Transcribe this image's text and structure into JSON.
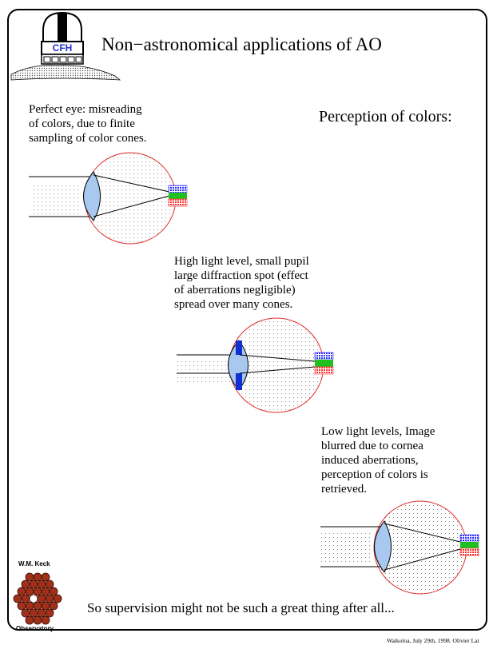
{
  "title": "Non−astronomical applications of AO",
  "heading": "Perception of colors:",
  "logos": {
    "cfh_text": "CFH",
    "keck_top": "W.M. Keck",
    "keck_bottom": "Observatory"
  },
  "panels": [
    {
      "caption": "Perfect eye: misreading\nof colors, due to finite\nsampling of color cones."
    },
    {
      "caption": "High light level, small pupil\nlarge diffraction spot (effect\nof aberrations negligible)\nspread over many cones."
    },
    {
      "caption": "Low light levels, Image\nblurred due to cornea\ninduced aberrations,\nperception of colors is\nretrieved."
    }
  ],
  "footer": "So supervision might not be such a great thing after all...",
  "credit": "Waikoloa, July 29th, 1998.   Olivier Lai",
  "colors": {
    "eye_outline": "#e03030",
    "lens_fill": "#a8c8f0",
    "pupil_stop": "#1030d0",
    "cone_blue": "#3030ff",
    "cone_green": "#20c020",
    "cone_red": "#ff3030",
    "keck_mirror": "#a0301a"
  }
}
